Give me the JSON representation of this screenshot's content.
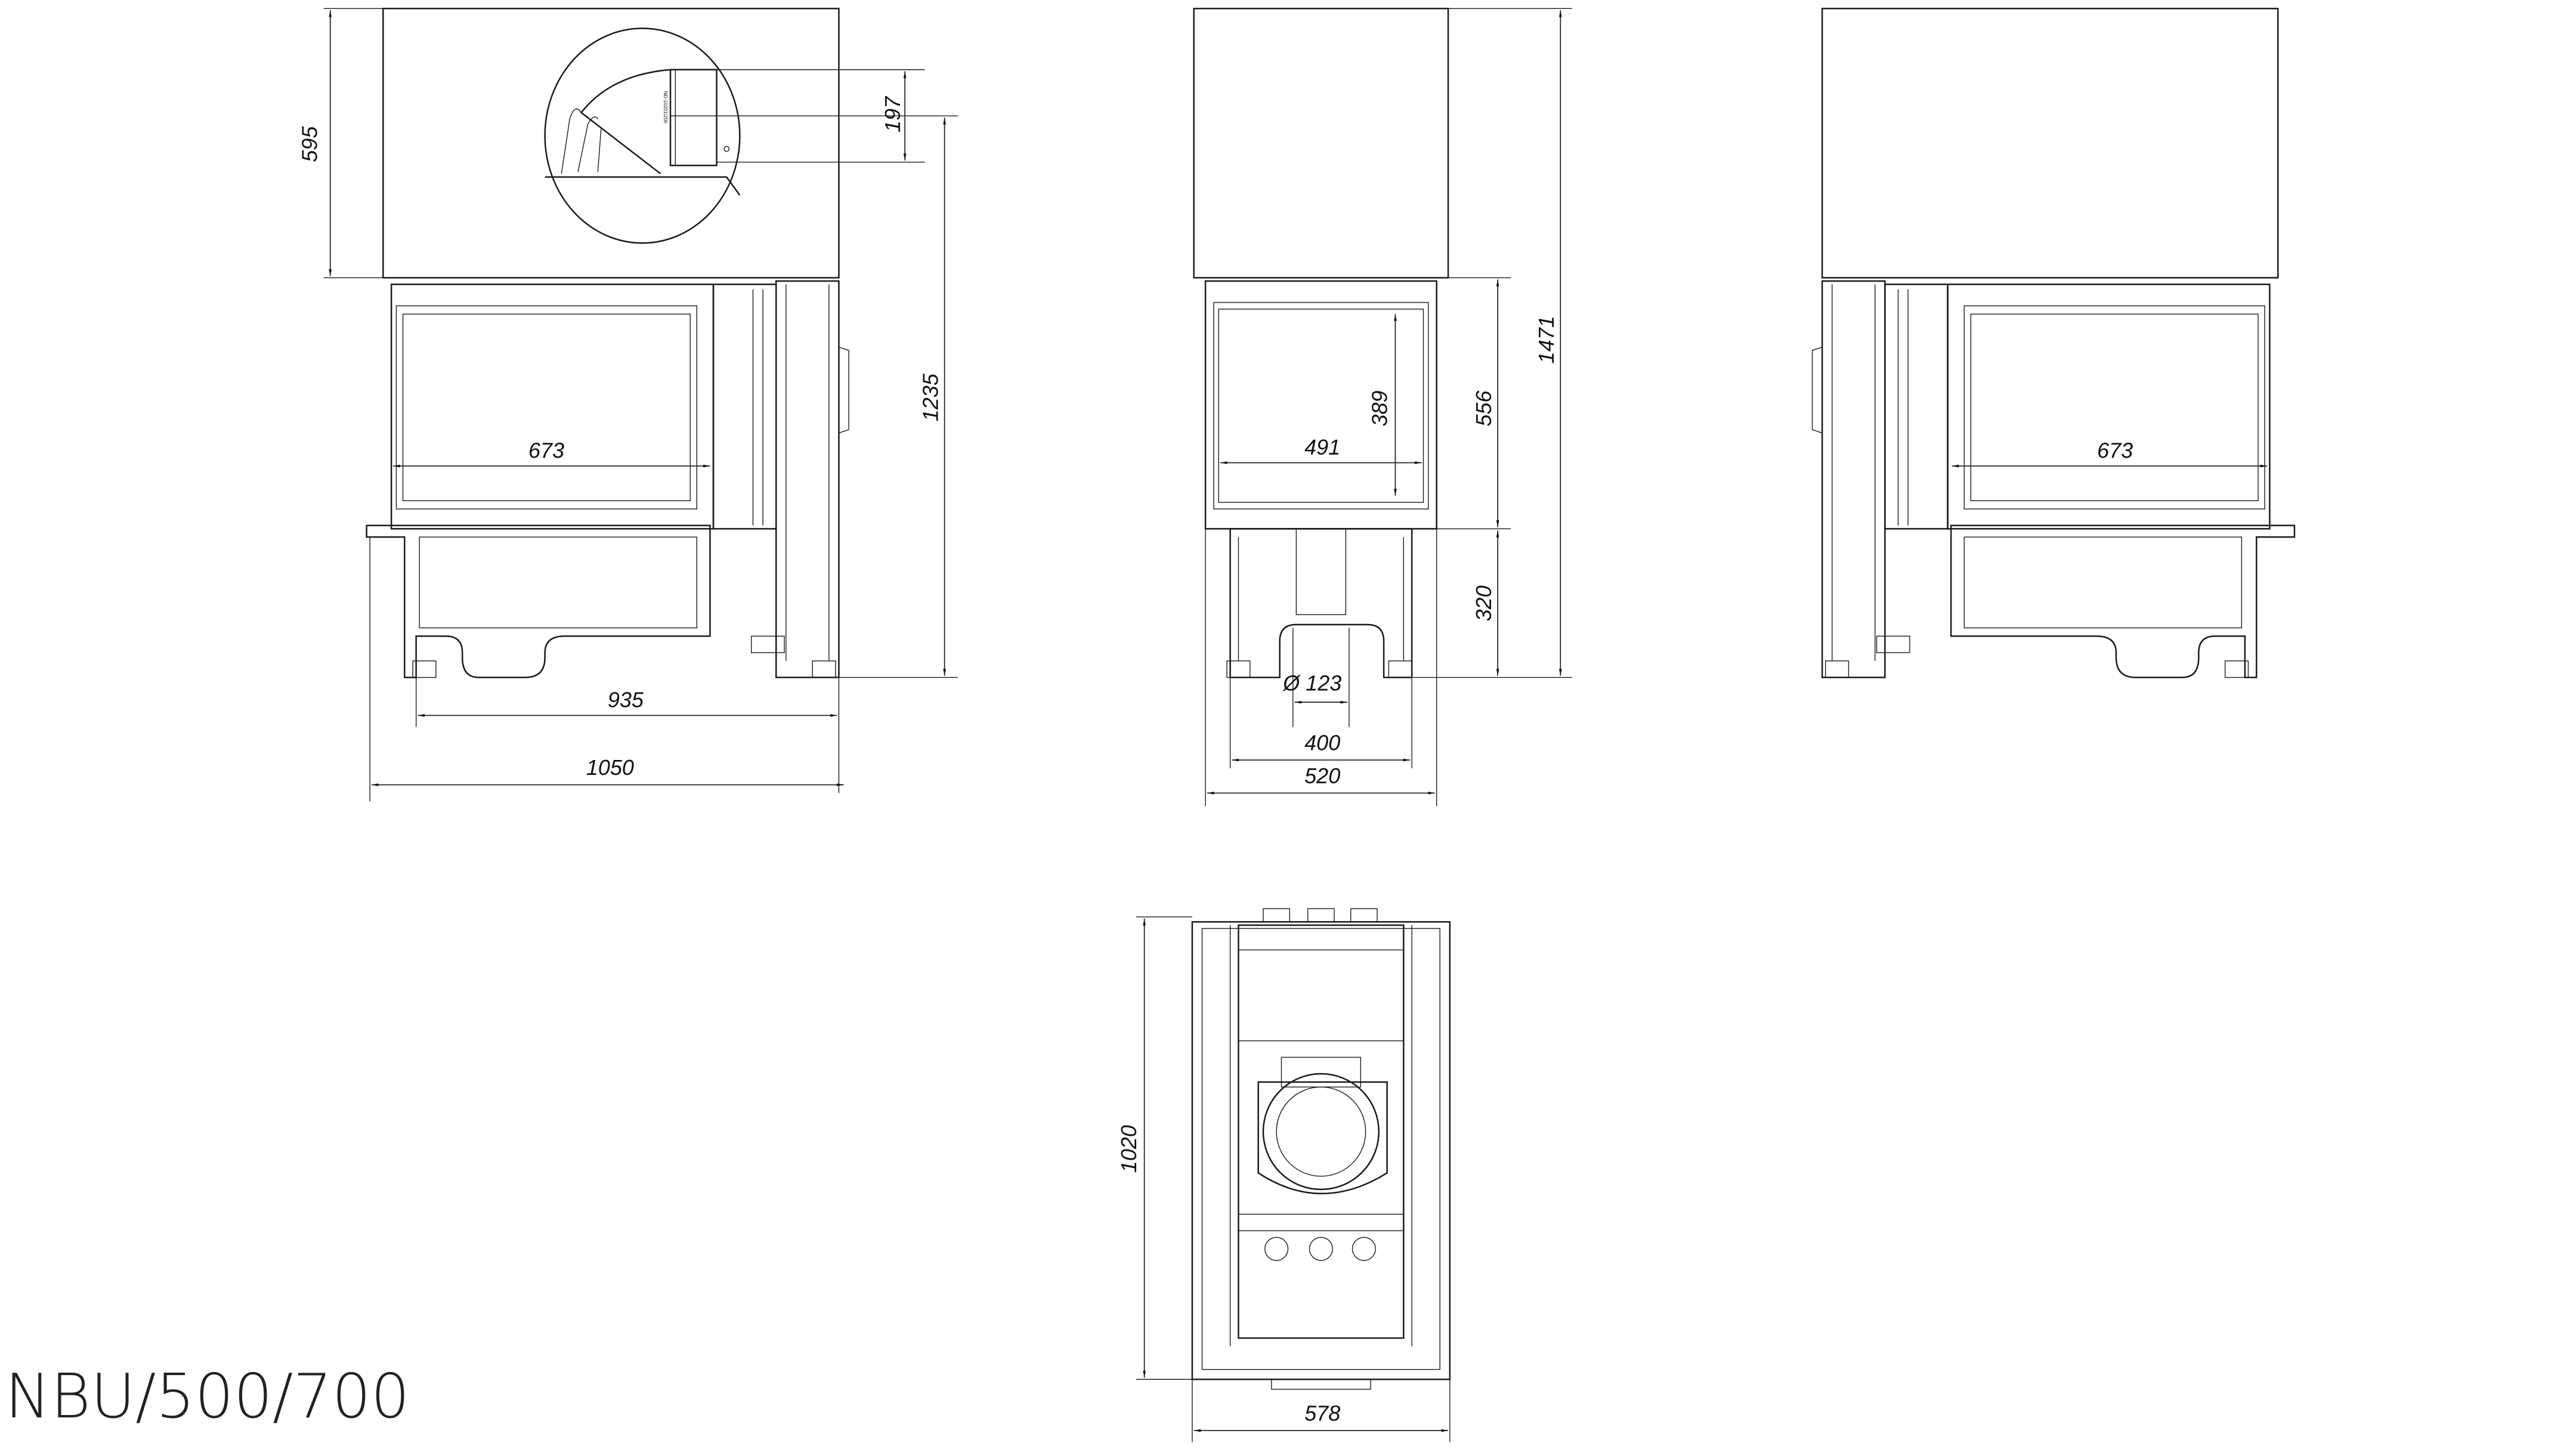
{
  "title": "NBU/500/700",
  "detail_label": "ND-10201/200",
  "dimensions": {
    "side_top_height": "595",
    "flue_diameter_detail": "197",
    "total_height_side": "1235",
    "glass_width_left": "673",
    "base_width": "935",
    "overall_width": "1050",
    "glass_height": "389",
    "glass_width_front": "491",
    "front_upper_height": "556",
    "front_lower_height": "320",
    "total_height_front": "1471",
    "flue_outlet": "Ø 123",
    "front_base_width": "400",
    "front_width": "520",
    "glass_width_right": "673",
    "plan_depth": "1020",
    "plan_width": "578"
  }
}
